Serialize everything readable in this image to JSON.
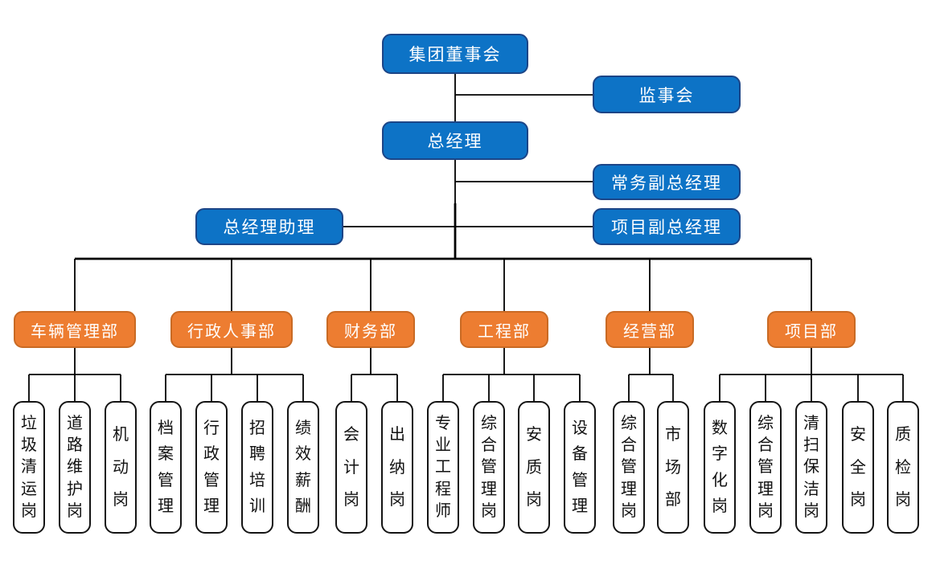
{
  "palette": {
    "executive_fill": "#0d73c6",
    "executive_border": "#1c4587",
    "department_fill": "#ed7d31",
    "department_border": "#c96a24",
    "position_border": "#141414",
    "connector": "#000000"
  },
  "nodes": {
    "board": "集团董事会",
    "supervisory": "监事会",
    "gm": "总经理",
    "exec_deputy": "常务副总经理",
    "project_deputy": "项目副总经理",
    "gm_assistant": "总经理助理"
  },
  "departments": [
    {
      "label": "车辆管理部",
      "positions": [
        "垃圾清运岗",
        "道路维护岗",
        "机动岗"
      ]
    },
    {
      "label": "行政人事部",
      "positions": [
        "档案管理",
        "行政管理",
        "招聘培训",
        "绩效薪酬"
      ]
    },
    {
      "label": "财务部",
      "positions": [
        "会计岗",
        "出纳岗"
      ]
    },
    {
      "label": "工程部",
      "positions": [
        "专业工程师",
        "综合管理岗",
        "安质岗",
        "设备管理"
      ]
    },
    {
      "label": "经营部",
      "positions": [
        "综合管理岗",
        "市场部"
      ]
    },
    {
      "label": "项目部",
      "positions": [
        "数字化岗",
        "综合管理岗",
        "清扫保洁岗",
        "安全岗",
        "质检岗"
      ]
    }
  ]
}
